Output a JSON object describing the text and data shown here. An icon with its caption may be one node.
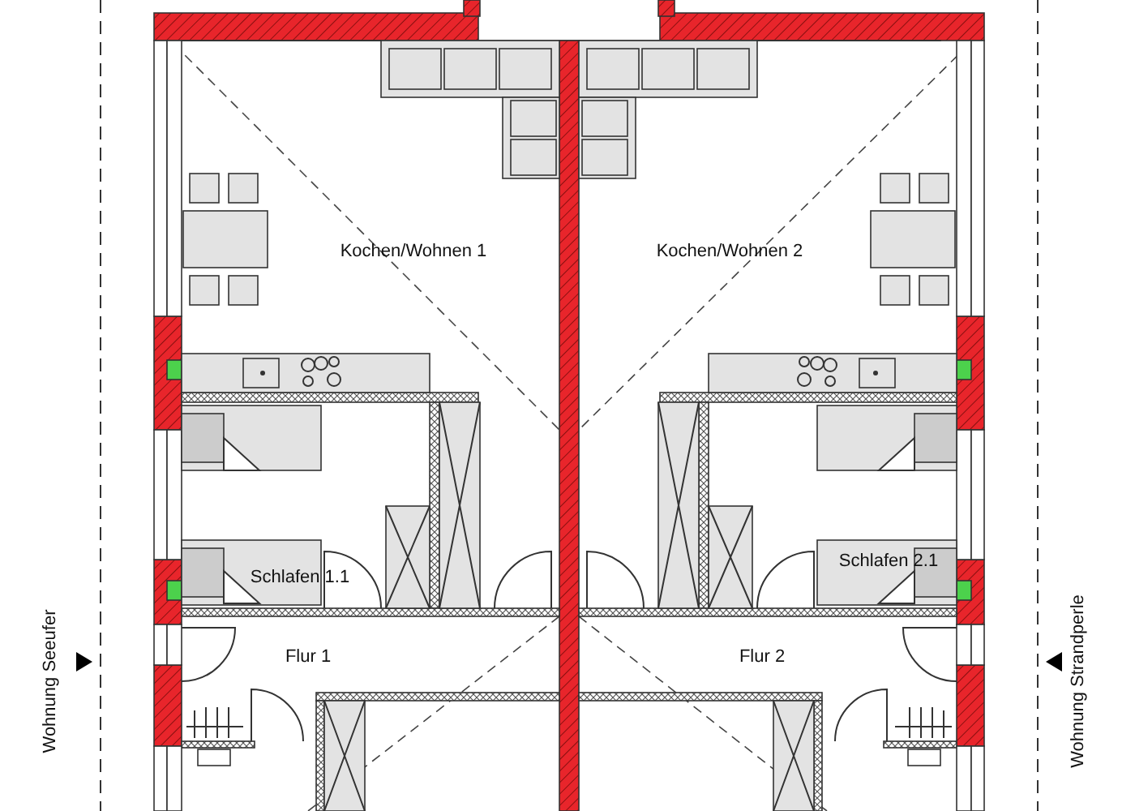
{
  "diagram": {
    "nodes": [
      {
        "text": [
          "Kochen/Wohnen 1"
        ]
      },
      {
        "text": [
          "Kochen/Wohnen 2"
        ]
      },
      {
        "text": [
          "Schlafen 1.1"
        ]
      },
      {
        "text": [
          "Schlafen 2.1"
        ]
      },
      {
        "text": [
          "Flur 1"
        ]
      },
      {
        "text": [
          "Flur 2"
        ]
      }
    ],
    "edges": [],
    "labels": [
      "Wohnung Seeufer",
      "Wohnung Strandperle"
    ]
  }
}
